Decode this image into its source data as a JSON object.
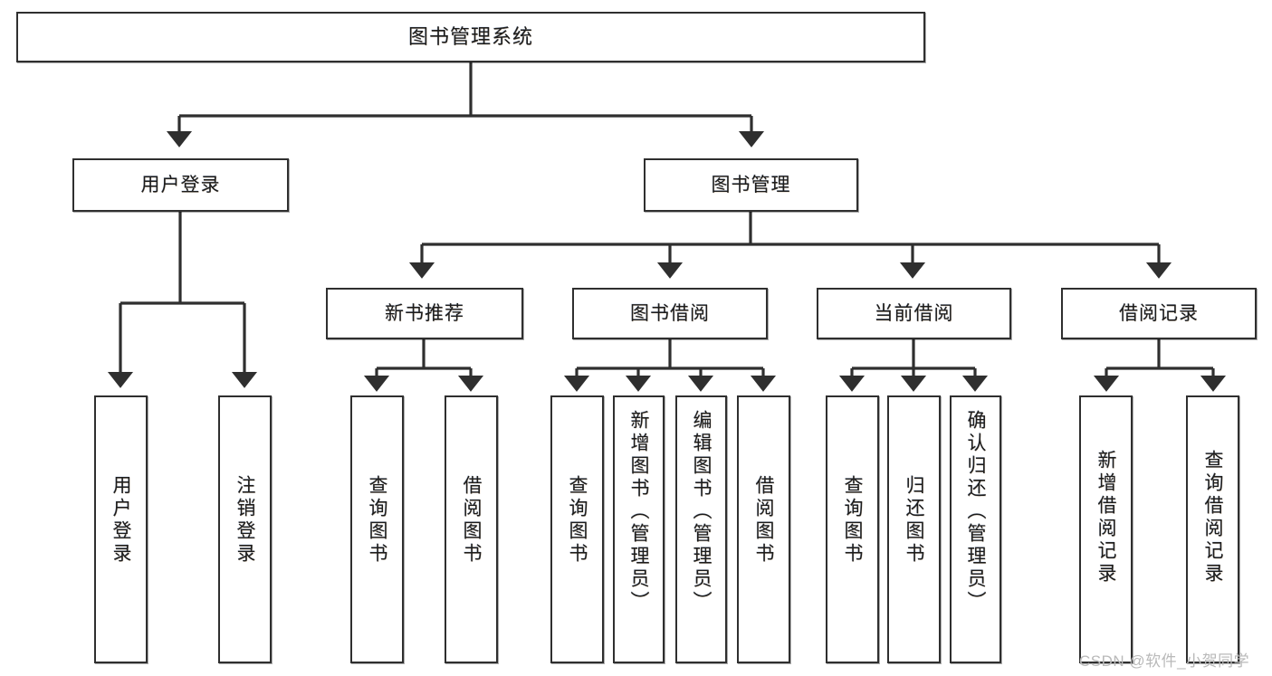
{
  "diagram": {
    "type": "tree-hierarchy-chart",
    "title": "图书管理系统",
    "root": {
      "label": "图书管理系统"
    },
    "level2": [
      {
        "label": "用户登录"
      },
      {
        "label": "图书管理"
      }
    ],
    "level3": [
      {
        "label": "新书推荐"
      },
      {
        "label": "图书借阅"
      },
      {
        "label": "当前借阅"
      },
      {
        "label": "借阅记录"
      }
    ],
    "leaves": {
      "user_login": [
        {
          "label": "用户登录"
        },
        {
          "label": "注销登录"
        }
      ],
      "new_book_recommend": [
        {
          "label": "查询图书"
        },
        {
          "label": "借阅图书"
        }
      ],
      "book_borrow": [
        {
          "label": "查询图书"
        },
        {
          "label": "新增图书（管理员）"
        },
        {
          "label": "编辑图书（管理员）"
        },
        {
          "label": "借阅图书"
        }
      ],
      "current_borrow": [
        {
          "label": "查询图书"
        },
        {
          "label": "归还图书"
        },
        {
          "label": "确认归还（管理员）"
        }
      ],
      "borrow_record": [
        {
          "label": "新增借阅记录"
        },
        {
          "label": "查询借阅记录"
        }
      ]
    }
  },
  "watermark": {
    "text": "CSDN @软件_小贺同学"
  },
  "colors": {
    "border": "#2f2f2f",
    "text": "#1c1c1c",
    "background": "#ffffff",
    "watermark": "#b9b9b9"
  }
}
